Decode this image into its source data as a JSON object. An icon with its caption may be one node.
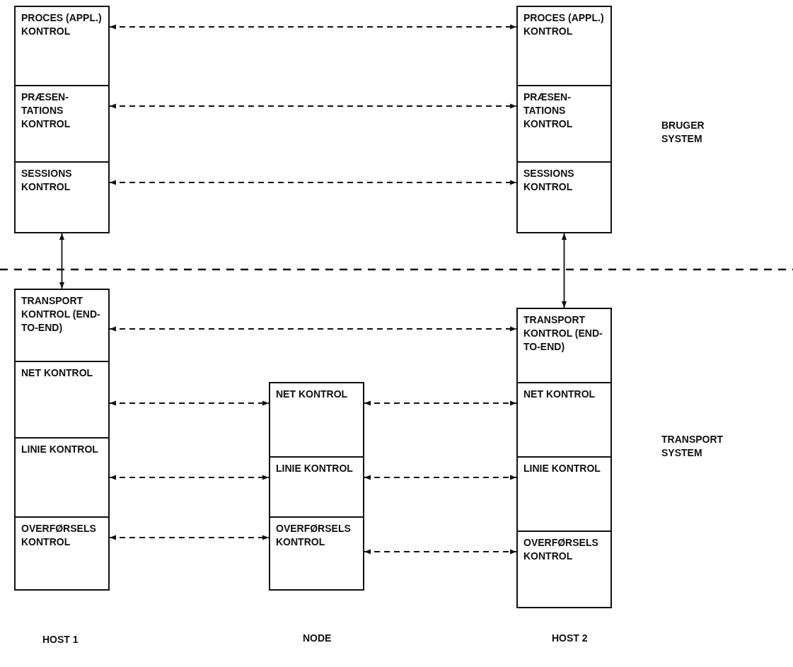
{
  "diagram": {
    "nodes": [
      {
        "text": [
          "PROCES (APPL.) KONTROL"
        ]
      },
      {
        "text": [
          "PRÆSEN- TATIONS KONTROL"
        ]
      },
      {
        "text": [
          "SESSIONS KONTROL"
        ]
      },
      {
        "text": [
          "PROCES (APPL.) KONTROL"
        ]
      },
      {
        "text": [
          "PRÆSEN- TATIONS KONTROL"
        ]
      },
      {
        "text": [
          "SESSIONS KONTROL"
        ]
      },
      {
        "text": [
          "TRANSPORT KONTROL (END-TO-END)"
        ]
      },
      {
        "text": [
          "NET KONTROL"
        ]
      },
      {
        "text": [
          "LINIE KONTROL"
        ]
      },
      {
        "text": [
          "OVERFØRSELS KONTROL"
        ]
      },
      {
        "text": [
          "NET KONTROL"
        ]
      },
      {
        "text": [
          "LINIE KONTROL"
        ]
      },
      {
        "text": [
          "OVERFØRSELS KONTROL"
        ]
      },
      {
        "text": [
          "TRANSPORT KONTROL (END-TO-END)"
        ]
      },
      {
        "text": [
          "NET KONTROL"
        ]
      },
      {
        "text": [
          "LINIE KONTROL"
        ]
      },
      {
        "text": [
          "OVERFØRSELS KONTROL"
        ]
      }
    ],
    "edges": [
      {
        "from": 0,
        "to": 3,
        "arrow": "both",
        "style": "dashed"
      },
      {
        "from": 1,
        "to": 4,
        "arrow": "both",
        "style": "dashed"
      },
      {
        "from": 2,
        "to": 5,
        "arrow": "both",
        "style": "dashed"
      },
      {
        "from": 2,
        "to": 6,
        "arrow": "both"
      },
      {
        "from": 5,
        "to": 13,
        "arrow": "both"
      },
      {
        "from": 6,
        "to": 13,
        "arrow": "both",
        "style": "dashed"
      },
      {
        "from": 7,
        "to": 10,
        "arrow": "both",
        "style": "dashed"
      },
      {
        "from": 10,
        "to": 14,
        "arrow": "both",
        "style": "dashed"
      },
      {
        "from": 8,
        "to": 11,
        "arrow": "both",
        "style": "dashed"
      },
      {
        "from": 11,
        "to": 15,
        "arrow": "both",
        "style": "dashed"
      },
      {
        "from": 9,
        "to": 12,
        "arrow": "both",
        "style": "dashed"
      },
      {
        "from": 12,
        "to": 16,
        "arrow": "both",
        "style": "dashed"
      }
    ],
    "labels": [
      "BRUGER SYSTEM",
      "TRANSPORT SYSTEM",
      "HOST 1",
      "NODE",
      "HOST 2"
    ]
  }
}
